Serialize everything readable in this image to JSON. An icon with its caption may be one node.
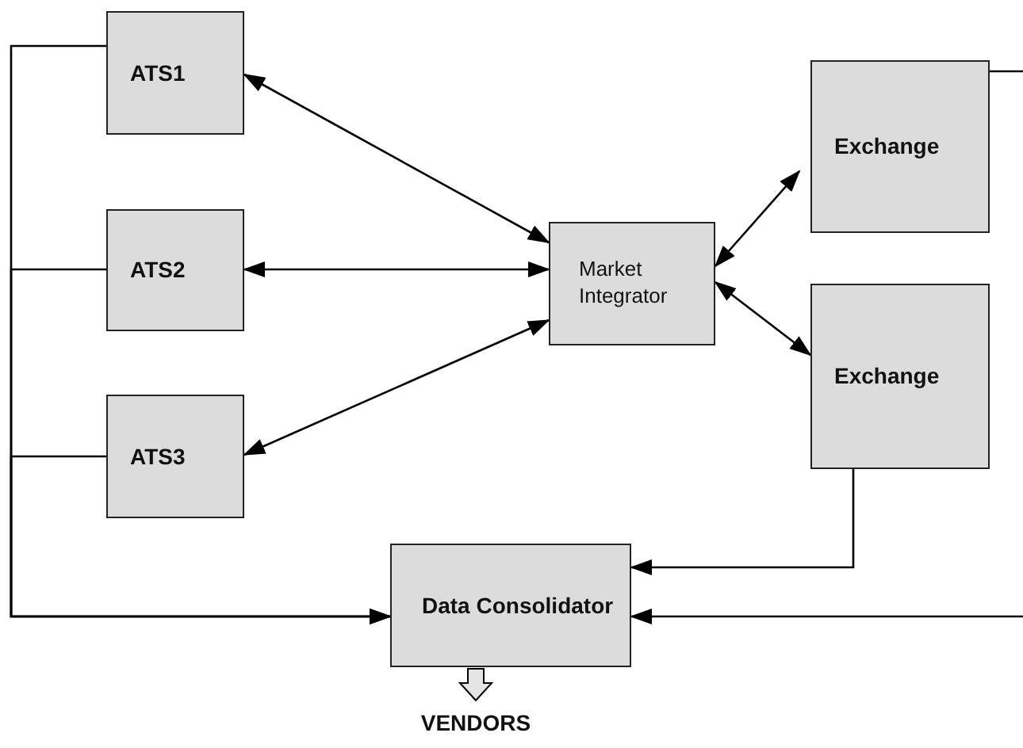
{
  "diagram": {
    "nodes": [
      {
        "text": [
          "ATS1"
        ]
      },
      {
        "text": [
          "ATS2"
        ]
      },
      {
        "text": [
          "ATS3"
        ]
      },
      {
        "text": [
          "Market Integrator"
        ]
      },
      {
        "text": [
          "Exchange"
        ]
      },
      {
        "text": [
          "Exchange"
        ]
      },
      {
        "text": [
          "Data Consolidator"
        ]
      },
      {
        "text": [
          "VENDORS"
        ]
      }
    ],
    "edges": [
      {
        "from": 0,
        "to": 3,
        "arrow": "both"
      },
      {
        "from": 1,
        "to": 3,
        "arrow": "both"
      },
      {
        "from": 2,
        "to": 3,
        "arrow": "both"
      },
      {
        "from": 3,
        "to": 4,
        "arrow": "both"
      },
      {
        "from": 3,
        "to": 5,
        "arrow": "both"
      },
      {
        "from": 5,
        "to": 6,
        "arrow": "to"
      },
      {
        "from": 0,
        "to": 6,
        "arrow": "to"
      },
      {
        "from": 1,
        "to": 6,
        "arrow": "to"
      },
      {
        "from": 2,
        "to": 6,
        "arrow": "to"
      },
      {
        "from": 4,
        "to": null,
        "arrow": "none"
      },
      {
        "from": null,
        "to": 6,
        "arrow": "to"
      },
      {
        "from": 6,
        "to": 7,
        "arrow": "to",
        "style": "thick"
      }
    ]
  }
}
